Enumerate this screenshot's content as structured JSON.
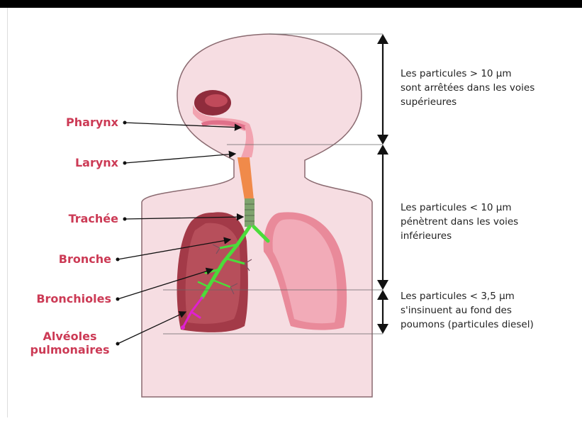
{
  "colors": {
    "label": "#cc3a55",
    "body_fill": "#f6dde2",
    "body_stroke": "#8a6a70",
    "lung": "#a33a48",
    "lung_light": "#e98a9a",
    "airway_green": "#4bdc3a",
    "alveoli_magenta": "#e020d0",
    "trachea_orange": "#f08a4a"
  },
  "labels": {
    "pharynx": "Pharynx",
    "larynx": "Larynx",
    "trachea": "Trachée",
    "bronchus": "Bronche",
    "bronchioles": "Bronchioles",
    "alveoli_line1": "Alvéoles",
    "alveoli_line2": "pulmonaires"
  },
  "zones": {
    "upper": [
      "Les particules > 10 µm",
      "sont arrêtées dans les voies",
      "supérieures"
    ],
    "lower": [
      "Les particules < 10 µm",
      "pénètrent dans les voies",
      "inférieures"
    ],
    "deep": [
      "Les particules < 3,5 µm",
      "s'insinuent au fond des",
      "poumons (particules diesel)"
    ]
  }
}
